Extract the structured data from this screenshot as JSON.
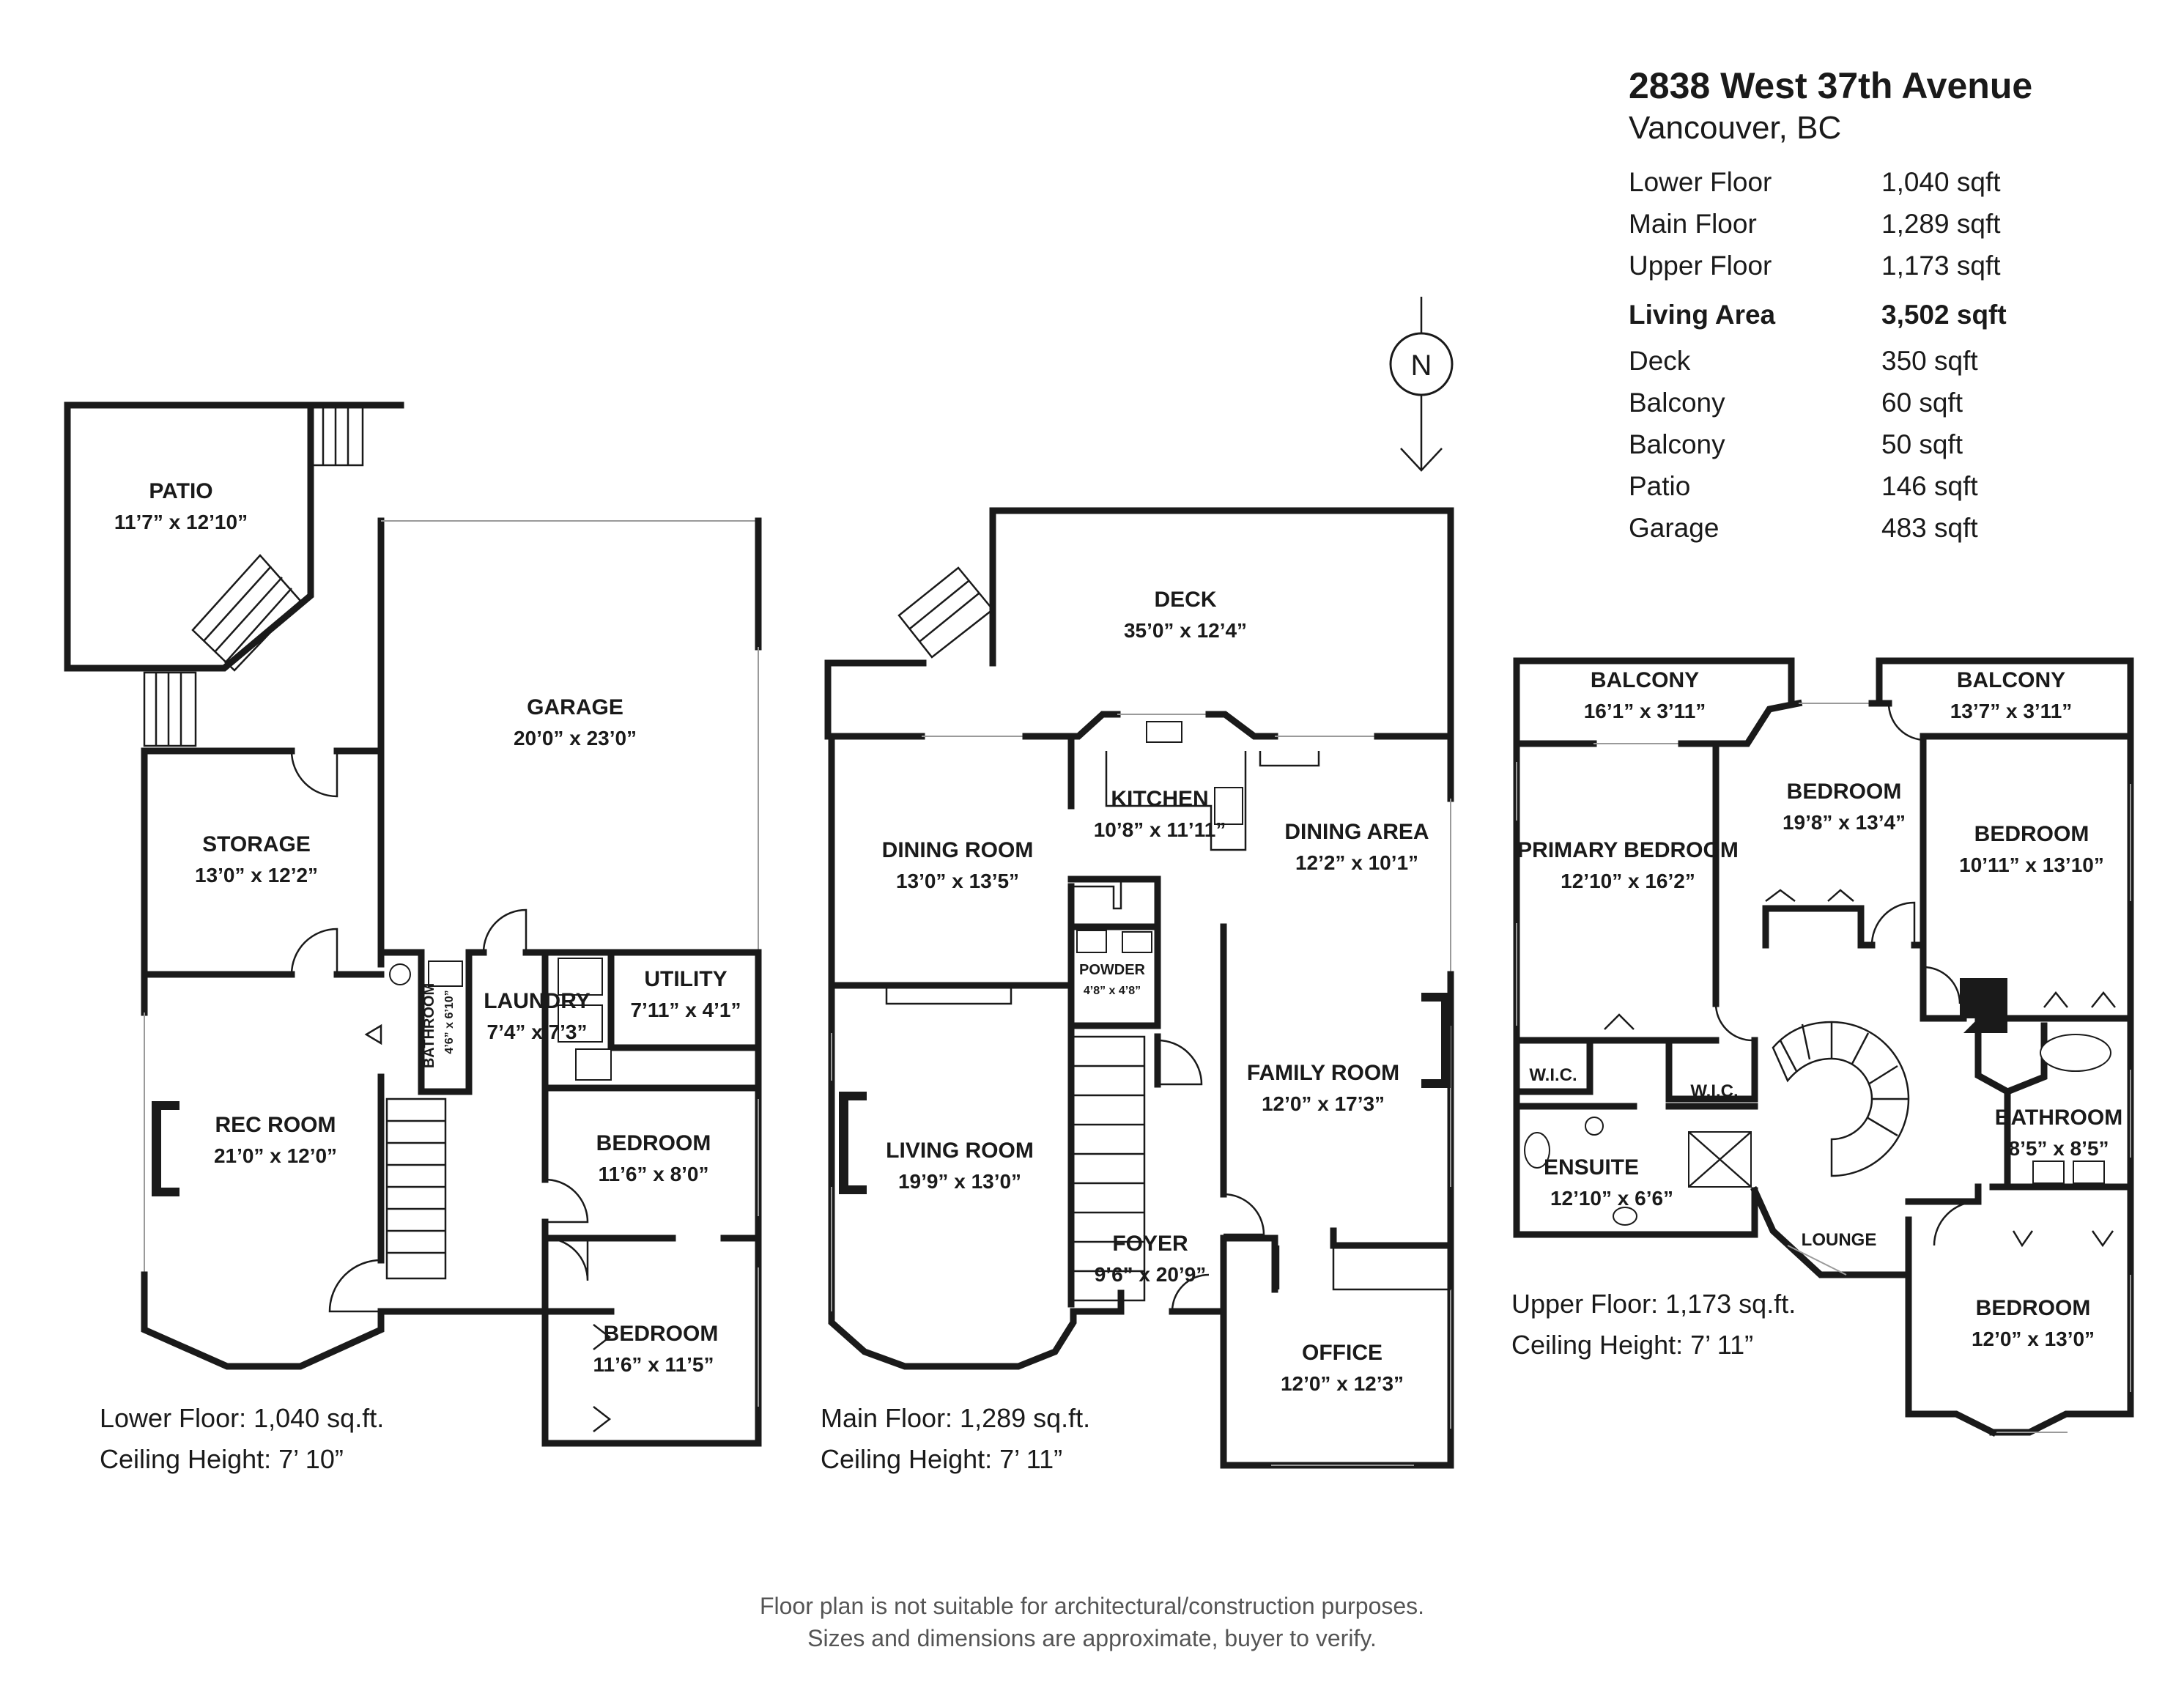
{
  "address": {
    "street": "2838 West 37th Avenue",
    "city": "Vancouver, BC"
  },
  "areas": [
    {
      "label": "Lower Floor",
      "value": "1,040 sqft"
    },
    {
      "label": "Main Floor",
      "value": "1,289 sqft"
    },
    {
      "label": "Upper Floor",
      "value": "1,173 sqft"
    }
  ],
  "living_area": {
    "label": "Living Area",
    "value": "3,502 sqft"
  },
  "outdoor_areas": [
    {
      "label": "Deck",
      "value": "350 sqft"
    },
    {
      "label": "Balcony",
      "value": "60 sqft"
    },
    {
      "label": "Balcony",
      "value": "50 sqft"
    },
    {
      "label": "Patio",
      "value": "146 sqft"
    },
    {
      "label": "Garage",
      "value": "483 sqft"
    }
  ],
  "compass": "N",
  "floors": {
    "lower": {
      "caption": "Lower Floor: 1,040 sq.ft.",
      "ceiling": "Ceiling Height: 7’ 10”",
      "rooms": [
        {
          "name": "PATIO",
          "dim": "11’7” x 12’10”"
        },
        {
          "name": "GARAGE",
          "dim": "20’0” x 23’0”"
        },
        {
          "name": "STORAGE",
          "dim": "13’0” x 12’2”"
        },
        {
          "name": "LAUNDRY",
          "dim": "7’4” x 7’3”"
        },
        {
          "name": "UTILITY",
          "dim": "7’11” x 4’1”"
        },
        {
          "name": "BATHROOM",
          "dim": "4’6” x 6’10”"
        },
        {
          "name": "REC ROOM",
          "dim": "21’0” x 12’0”"
        },
        {
          "name": "BEDROOM",
          "dim": "11’6” x 8’0”"
        },
        {
          "name": "BEDROOM",
          "dim": "11’6” x 11’5”"
        }
      ]
    },
    "main": {
      "caption": "Main Floor: 1,289 sq.ft.",
      "ceiling": "Ceiling Height: 7’ 11”",
      "rooms": [
        {
          "name": "DECK",
          "dim": "35’0” x 12’4”"
        },
        {
          "name": "KITCHEN",
          "dim": "10’8” x 11’11”"
        },
        {
          "name": "DINING ROOM",
          "dim": "13’0” x 13’5”"
        },
        {
          "name": "DINING AREA",
          "dim": "12’2” x 10’1”"
        },
        {
          "name": "POWDER",
          "dim": "4’8” x 4’8”"
        },
        {
          "name": "FAMILY ROOM",
          "dim": "12’0” x 17’3”"
        },
        {
          "name": "LIVING ROOM",
          "dim": "19’9” x 13’0”"
        },
        {
          "name": "FOYER",
          "dim": "9’6” x 20’9”"
        },
        {
          "name": "OFFICE",
          "dim": "12’0” x 12’3”"
        }
      ]
    },
    "upper": {
      "caption": "Upper Floor: 1,173 sq.ft.",
      "ceiling": "Ceiling Height: 7’ 11”",
      "rooms": [
        {
          "name": "BALCONY",
          "dim": "16’1” x 3’11”"
        },
        {
          "name": "BALCONY",
          "dim": "13’7” x 3’11”"
        },
        {
          "name": "BEDROOM",
          "dim": "19’8” x 13’4”"
        },
        {
          "name": "PRIMARY  BEDROOM",
          "dim": "12’10” x 16’2”"
        },
        {
          "name": "BEDROOM",
          "dim": "10’11” x 13’10”"
        },
        {
          "name": "W.I.C.",
          "dim": ""
        },
        {
          "name": "W.I.C.",
          "dim": ""
        },
        {
          "name": "ENSUITE",
          "dim": "12’10” x 6’6”"
        },
        {
          "name": "BATHROOM",
          "dim": "8’5” x 8’5”"
        },
        {
          "name": "LOUNGE",
          "dim": ""
        },
        {
          "name": "BEDROOM",
          "dim": "12’0” x 13’0”"
        }
      ]
    }
  },
  "disclaimer": [
    "Floor plan is not suitable for architectural/construction purposes.",
    "Sizes and dimensions are approximate, buyer to verify."
  ]
}
